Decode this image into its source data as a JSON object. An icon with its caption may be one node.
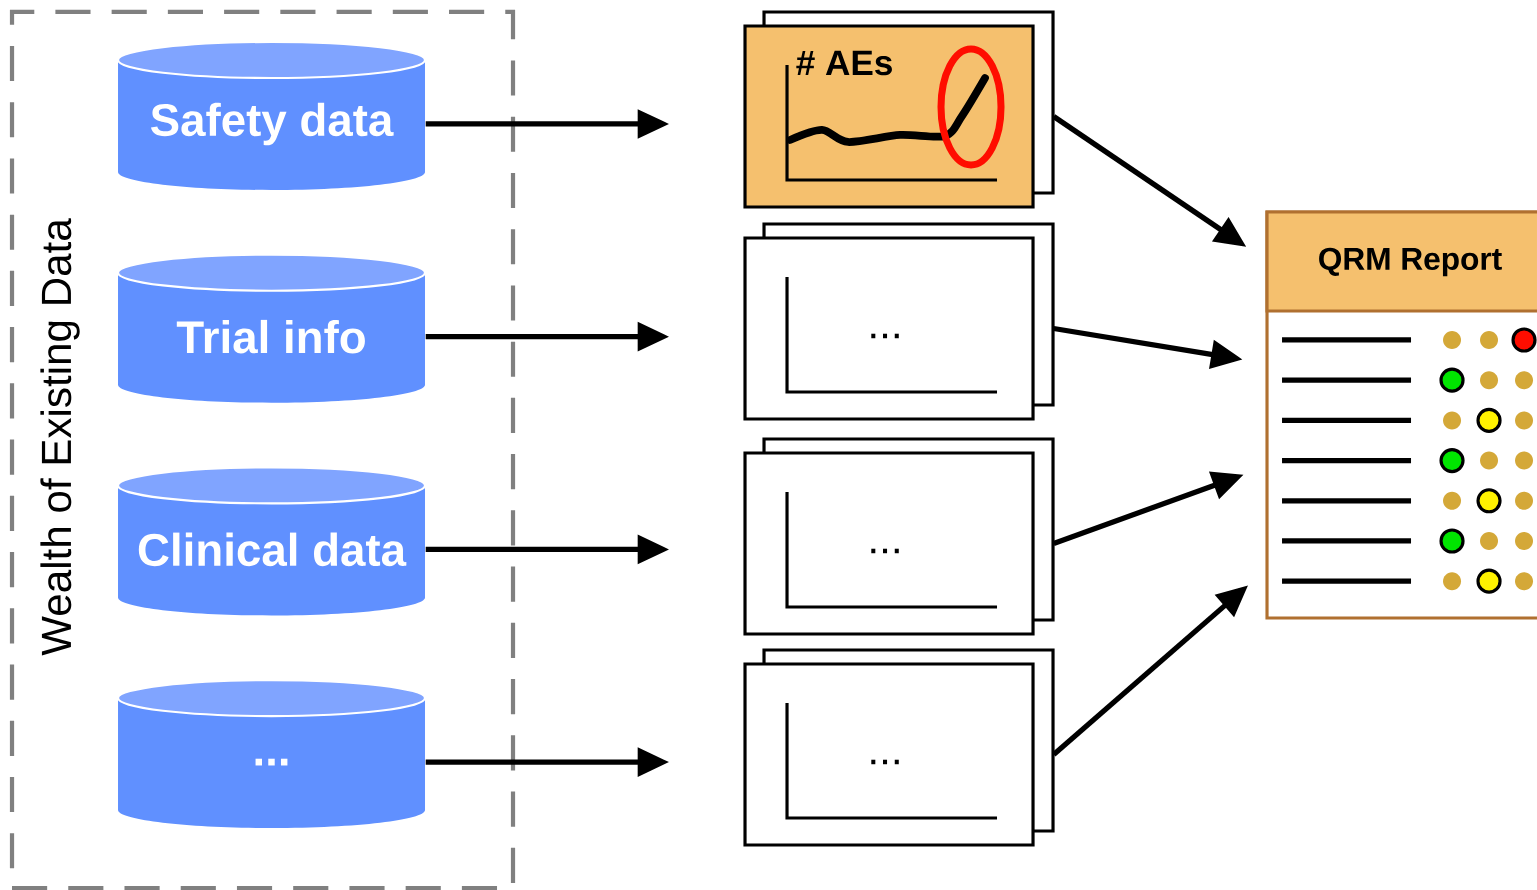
{
  "diagram": {
    "nodes": [
      {
        "text": [
          "Wealth of Existing Data"
        ]
      },
      {
        "text": [
          "Safety data"
        ],
        "in": 0
      },
      {
        "text": [
          "Trial info"
        ],
        "in": 0
      },
      {
        "text": [
          "Clinical data"
        ],
        "in": 0
      },
      {
        "text": [
          "..."
        ],
        "in": 0
      },
      {
        "text": [
          "# AEs"
        ]
      },
      {
        "text": [
          "..."
        ]
      },
      {
        "text": [
          "..."
        ]
      },
      {
        "text": [
          "..."
        ]
      },
      {
        "text": [
          "QRM Report"
        ]
      }
    ],
    "edges": [
      {
        "from": 1,
        "to": 5,
        "arrow": "to"
      },
      {
        "from": 2,
        "to": 6,
        "arrow": "to"
      },
      {
        "from": 3,
        "to": 7,
        "arrow": "to"
      },
      {
        "from": 4,
        "to": 8,
        "arrow": "to"
      },
      {
        "from": 5,
        "to": 9,
        "arrow": "to"
      },
      {
        "from": 6,
        "to": 9,
        "arrow": "to"
      },
      {
        "from": 7,
        "to": 9,
        "arrow": "to"
      },
      {
        "from": 8,
        "to": 9,
        "arrow": "to"
      }
    ]
  }
}
